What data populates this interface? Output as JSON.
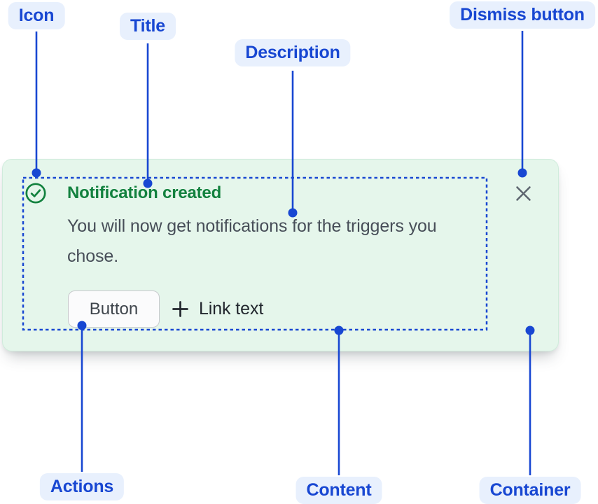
{
  "annotations": {
    "icon": "Icon",
    "title": "Title",
    "description": "Description",
    "dismiss_button": "Dismiss button",
    "actions": "Actions",
    "content": "Content",
    "container": "Container"
  },
  "flag": {
    "title": "Notification created",
    "description": "You will now get notifications for the triggers you chose.",
    "button_label": "Button",
    "link_label": "Link text",
    "status_icon": "check-circle-icon",
    "dismiss_icon": "close-icon",
    "link_prefix_icon": "plus-icon"
  },
  "colors": {
    "accent_blue": "#1847D2",
    "chip_bg": "#E8F0FD",
    "success_green": "#12813E",
    "card_bg": "#E5F6EB",
    "card_border": "#D0ECDC",
    "description_text": "#474E58",
    "dismiss_gray": "#5C646E",
    "button_text": "#3F454C",
    "button_border": "#C7C9CC",
    "button_bg": "#FBFBFC",
    "link_text": "#21262D",
    "page_bg": "#FFFFFF"
  }
}
